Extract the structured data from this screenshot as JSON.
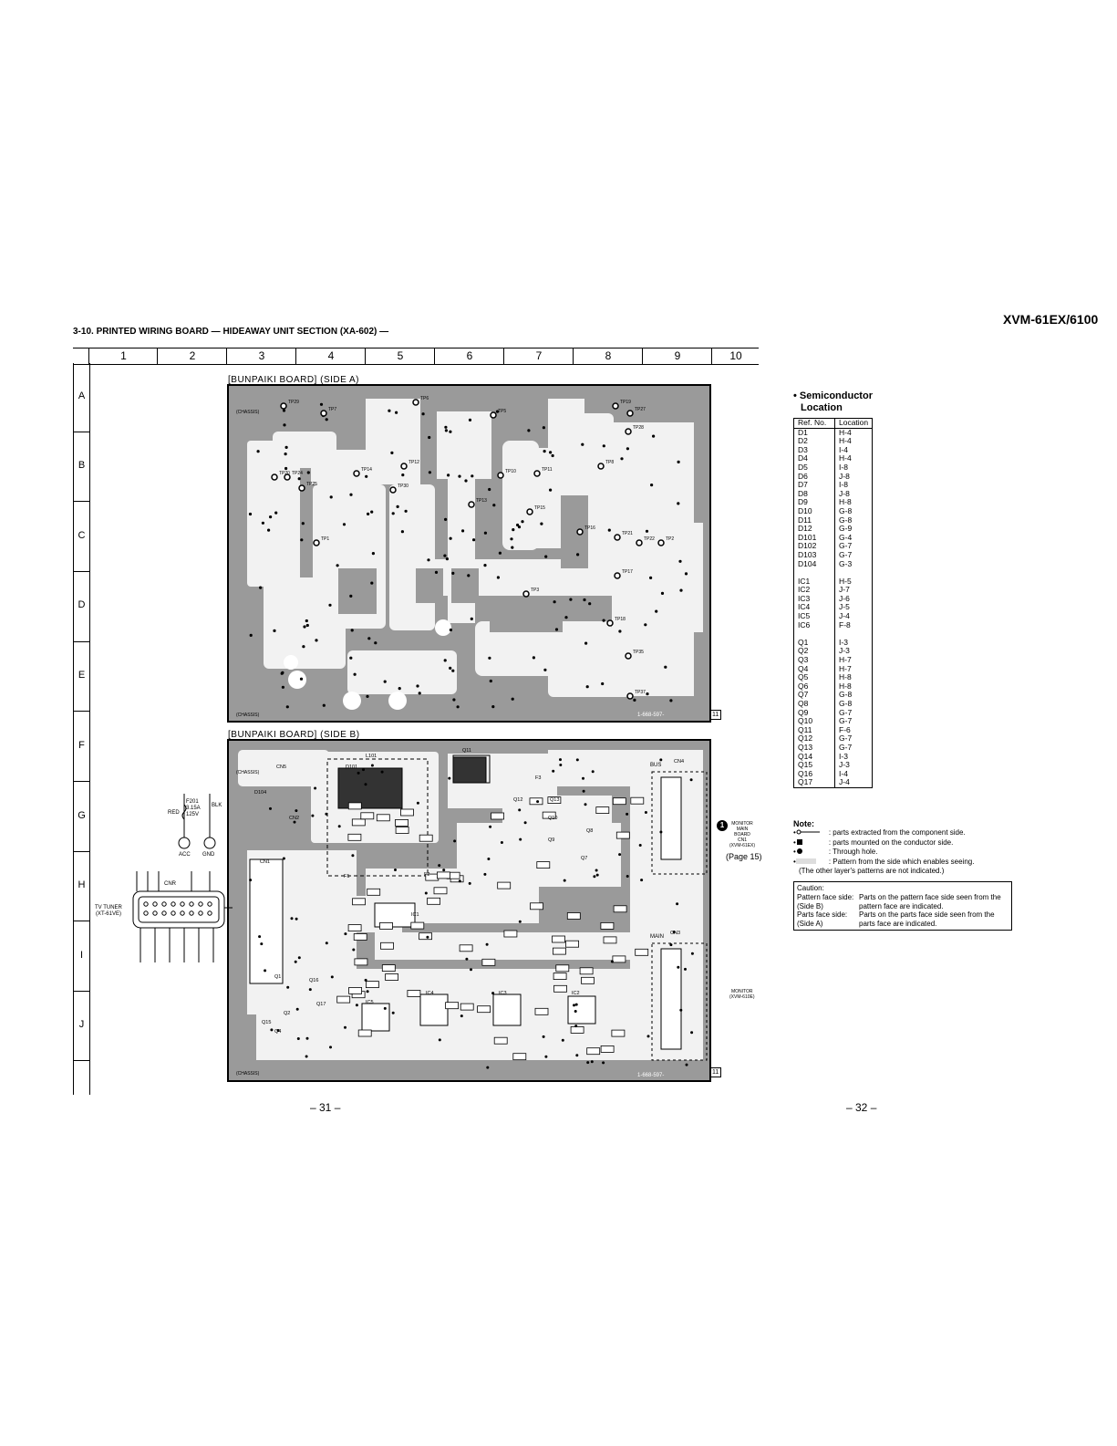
{
  "header": {
    "model": "XVM-61EX/6100",
    "section_title": "3-10. PRINTED WIRING BOARD — HIDEAWAY UNIT SECTION (XA-602) —"
  },
  "grid": {
    "columns": [
      "1",
      "2",
      "3",
      "4",
      "5",
      "6",
      "7",
      "8",
      "9",
      "10"
    ],
    "rows": [
      "A",
      "B",
      "C",
      "D",
      "E",
      "F",
      "G",
      "H",
      "I",
      "J"
    ]
  },
  "boards": {
    "side_a_label": "[BUNPAIKI BOARD] (SIDE A)",
    "side_b_label": "[BUNPAIKI BOARD] (SIDE B)",
    "side_a_part_no": "1-668-597-",
    "side_b_part_no": "1-668-597-",
    "rev": "11",
    "chassis": "(CHASSIS)",
    "testpoints_a": [
      "TP29",
      "TP7",
      "TP6",
      "TP5",
      "TP19",
      "TP27",
      "TP28",
      "TP8",
      "TP12",
      "TP11",
      "TP10",
      "TP20",
      "TP24",
      "TP14",
      "TP25",
      "TP30",
      "TP13",
      "TP15",
      "TP16",
      "TP22",
      "TP21",
      "TP1",
      "TP2",
      "TP17",
      "TP3",
      "TP18",
      "TP35",
      "TP37"
    ],
    "parts_b": [
      "L101",
      "Q11",
      "D101",
      "CN5",
      "CN4",
      "D104",
      "CN2",
      "CN1",
      "CN3",
      "IC1",
      "IC2",
      "IC3",
      "IC4",
      "IC5",
      "Q12",
      "Q13",
      "Q10",
      "Q9",
      "Q8",
      "Q7",
      "Q1",
      "Q2",
      "Q4",
      "Q15",
      "Q16",
      "Q17",
      "F1",
      "F2",
      "F3"
    ],
    "cn4_label": "BUS",
    "cn3_label": "MAIN"
  },
  "connectors": {
    "fuse": "F201\n3.15A\n125V",
    "wire_red": "RED",
    "wire_blk": "BLK",
    "acc": "ACC",
    "gnd": "GND",
    "tv_tuner": "TV TUNER\n(XT-61VE)",
    "cnr": "CNR",
    "monitor_main": "MONITOR\nMAIN\nBOARD\nCN1\n(XVM-61EX)",
    "page_ref": "(Page 15)",
    "monitor_bottom": "MONITOR\n(XVM-610E)",
    "marker": "1"
  },
  "semiconductor": {
    "title_line1": "• Semiconductor",
    "title_line2": "Location",
    "col_ref": "Ref. No.",
    "col_loc": "Location",
    "groups": [
      [
        [
          "D1",
          "H-4"
        ],
        [
          "D2",
          "H-4"
        ],
        [
          "D3",
          "I-4"
        ],
        [
          "D4",
          "H-4"
        ],
        [
          "D5",
          "I-8"
        ],
        [
          "D6",
          "J-8"
        ],
        [
          "D7",
          "I-8"
        ],
        [
          "D8",
          "J-8"
        ],
        [
          "D9",
          "H-8"
        ],
        [
          "D10",
          "G-8"
        ],
        [
          "D11",
          "G-8"
        ],
        [
          "D12",
          "G-9"
        ],
        [
          "D101",
          "G-4"
        ],
        [
          "D102",
          "G-7"
        ],
        [
          "D103",
          "G-7"
        ],
        [
          "D104",
          "G-3"
        ]
      ],
      [
        [
          "IC1",
          "H-5"
        ],
        [
          "IC2",
          "J-7"
        ],
        [
          "IC3",
          "J-6"
        ],
        [
          "IC4",
          "J-5"
        ],
        [
          "IC5",
          "J-4"
        ],
        [
          "IC6",
          "F-8"
        ]
      ],
      [
        [
          "Q1",
          "I-3"
        ],
        [
          "Q2",
          "J-3"
        ],
        [
          "Q3",
          "H-7"
        ],
        [
          "Q4",
          "H-7"
        ],
        [
          "Q5",
          "H-8"
        ],
        [
          "Q6",
          "H-8"
        ],
        [
          "Q7",
          "G-8"
        ],
        [
          "Q8",
          "G-8"
        ],
        [
          "Q9",
          "G-7"
        ],
        [
          "Q10",
          "G-7"
        ],
        [
          "Q11",
          "F-6"
        ],
        [
          "Q12",
          "G-7"
        ],
        [
          "Q13",
          "G-7"
        ],
        [
          "Q14",
          "I-3"
        ],
        [
          "Q15",
          "J-3"
        ],
        [
          "Q16",
          "I-4"
        ],
        [
          "Q17",
          "J-4"
        ]
      ]
    ]
  },
  "note": {
    "title": "Note:",
    "items": [
      [
        ": parts extracted from the component side."
      ],
      [
        ": parts mounted on the conductor side."
      ],
      [
        ": Through hole."
      ],
      [
        ": Pattern from the side which enables seeing."
      ]
    ],
    "footer": "(The other layer's patterns are not indicated.)"
  },
  "caution": {
    "title": "Caution:",
    "row1_label": "Pattern face side:\n(Side B)",
    "row1_text": "Parts on the pattern face side seen from the pattern face are indicated.",
    "row2_label": "Parts face side:\n(Side A)",
    "row2_text": "Parts on the parts face side seen from the parts face are indicated."
  },
  "pages": {
    "left": "– 31 –",
    "right": "– 32 –"
  }
}
